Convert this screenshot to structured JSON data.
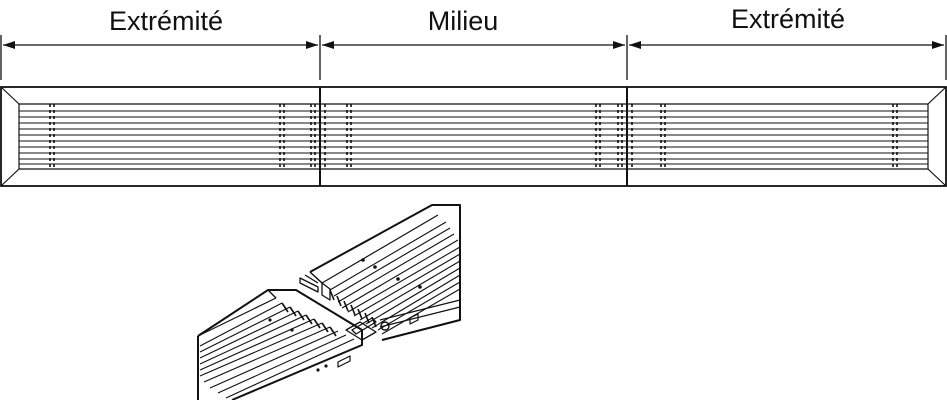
{
  "labels": {
    "left_section": "Extrémité",
    "middle_section": "Milieu",
    "right_section": "Extrémité"
  },
  "colors": {
    "line": "#111111",
    "background": "#ffffff"
  }
}
